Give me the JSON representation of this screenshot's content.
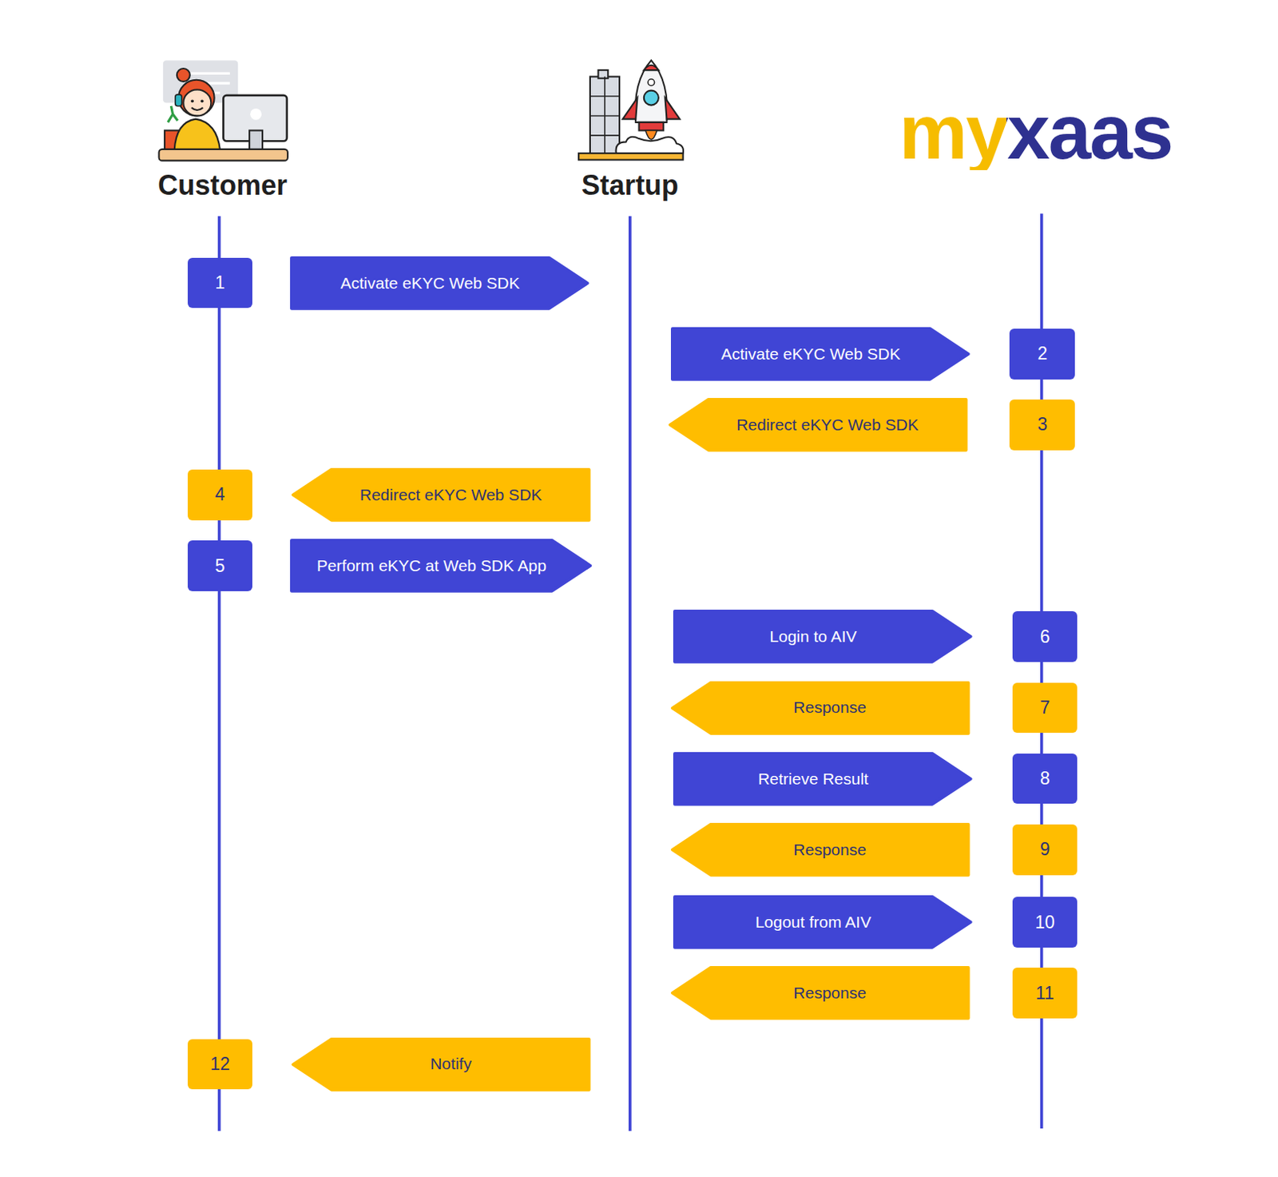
{
  "diagram": {
    "nodes": [
      {
        "text": [
          "1"
        ]
      },
      {
        "text": [
          "Activate eKYC Web SDK"
        ]
      },
      {
        "text": [
          "Activate eKYC Web SDK"
        ]
      },
      {
        "text": [
          "2"
        ]
      },
      {
        "text": [
          "Redirect eKYC Web SDK"
        ]
      },
      {
        "text": [
          "3"
        ]
      },
      {
        "text": [
          "4"
        ]
      },
      {
        "text": [
          "Redirect eKYC Web SDK"
        ]
      },
      {
        "text": [
          "5"
        ]
      },
      {
        "text": [
          "Perform eKYC at Web SDK App"
        ]
      },
      {
        "text": [
          "Login to AIV"
        ]
      },
      {
        "text": [
          "6"
        ]
      },
      {
        "text": [
          "Response"
        ]
      },
      {
        "text": [
          "7"
        ]
      },
      {
        "text": [
          "Retrieve Result"
        ]
      },
      {
        "text": [
          "8"
        ]
      },
      {
        "text": [
          "Response"
        ]
      },
      {
        "text": [
          "9"
        ]
      },
      {
        "text": [
          "Logout from AIV"
        ]
      },
      {
        "text": [
          "10"
        ]
      },
      {
        "text": [
          "Response"
        ]
      },
      {
        "text": [
          "11"
        ]
      },
      {
        "text": [
          "12"
        ]
      },
      {
        "text": [
          "Notify"
        ]
      }
    ],
    "labels": [
      "Customer",
      "Startup",
      "myxaas"
    ]
  }
}
